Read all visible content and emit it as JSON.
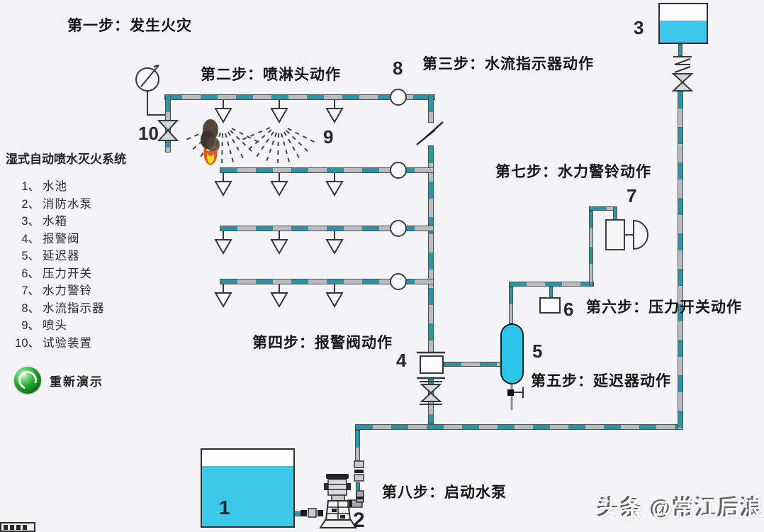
{
  "system_title": "湿式自动喷水灭火系统",
  "steps": [
    {
      "label": "第一步：发生火灾"
    },
    {
      "label": "第二步：喷淋头动作"
    },
    {
      "label": "第三步：水流指示器动作"
    },
    {
      "label": "第四步：报警阀动作"
    },
    {
      "label": "第五步：延迟器动作"
    },
    {
      "label": "第六步：压力开关动作"
    },
    {
      "label": "第七步：水力警铃动作"
    },
    {
      "label": "第八步：启动水泵"
    }
  ],
  "legend": {
    "items": [
      {
        "num": "1、",
        "label": "水池"
      },
      {
        "num": "2、",
        "label": "消防水泵"
      },
      {
        "num": "3、",
        "label": "水箱"
      },
      {
        "num": "4、",
        "label": "报警阀"
      },
      {
        "num": "5、",
        "label": "延迟器"
      },
      {
        "num": "6、",
        "label": "压力开关"
      },
      {
        "num": "7、",
        "label": "水力警铃"
      },
      {
        "num": "8、",
        "label": "水流指示器"
      },
      {
        "num": "9、",
        "label": "喷头"
      },
      {
        "num": "10、",
        "label": "试验装置"
      }
    ]
  },
  "numbers": {
    "n1": "1",
    "n2": "2",
    "n3": "3",
    "n4": "4",
    "n5": "5",
    "n6": "6",
    "n7": "7",
    "n8": "8",
    "n9": "9",
    "n10": "10"
  },
  "replay": {
    "label": "重新演示"
  },
  "watermark": {
    "text": "头条 @常江后浪"
  },
  "colors": {
    "water_cyan": "#3cc8ea",
    "pipe_teal": "#2f93a3",
    "pipe_gray": "#b9bcbe",
    "flame_orange": "#e2591b",
    "flame_yellow": "#ffd92a",
    "button_green": "#22a32c",
    "background": "#f4f4f6"
  }
}
